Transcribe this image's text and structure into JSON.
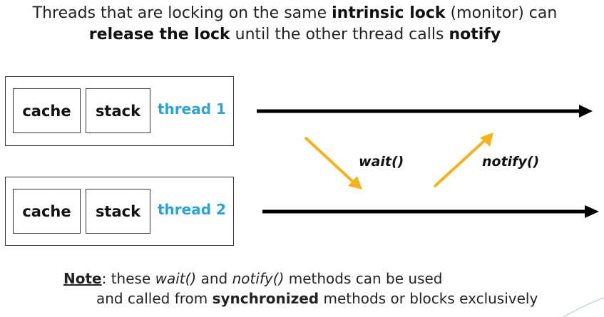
{
  "heading": {
    "line1": {
      "part1": "Threads that are locking on the same ",
      "bold1": "intrinsic lock",
      "part2": " (monitor) can"
    },
    "line2": {
      "bold1": "release the lock",
      "part1": " until the other thread calls ",
      "bold2": "notify"
    }
  },
  "threads": [
    {
      "cache_label": "cache",
      "stack_label": "stack",
      "thread_label": "thread 1"
    },
    {
      "cache_label": "cache",
      "stack_label": "stack",
      "thread_label": "thread 2"
    }
  ],
  "transitions": {
    "wait_label": "wait()",
    "notify_label": "notify()"
  },
  "note": {
    "line1": {
      "note_word": "Note",
      "part1": ": these ",
      "wait_method": "wait()",
      "part2": " and ",
      "notify_method": "notify()",
      "part3": " methods can be used"
    },
    "line2": {
      "part1": "and called from ",
      "bold1": "synchronized",
      "part2": " methods or blocks exclusively"
    }
  },
  "colors": {
    "thread_label": "#29a3d8",
    "transition_arrow": "#f5b21b",
    "timeline": "#000000"
  }
}
